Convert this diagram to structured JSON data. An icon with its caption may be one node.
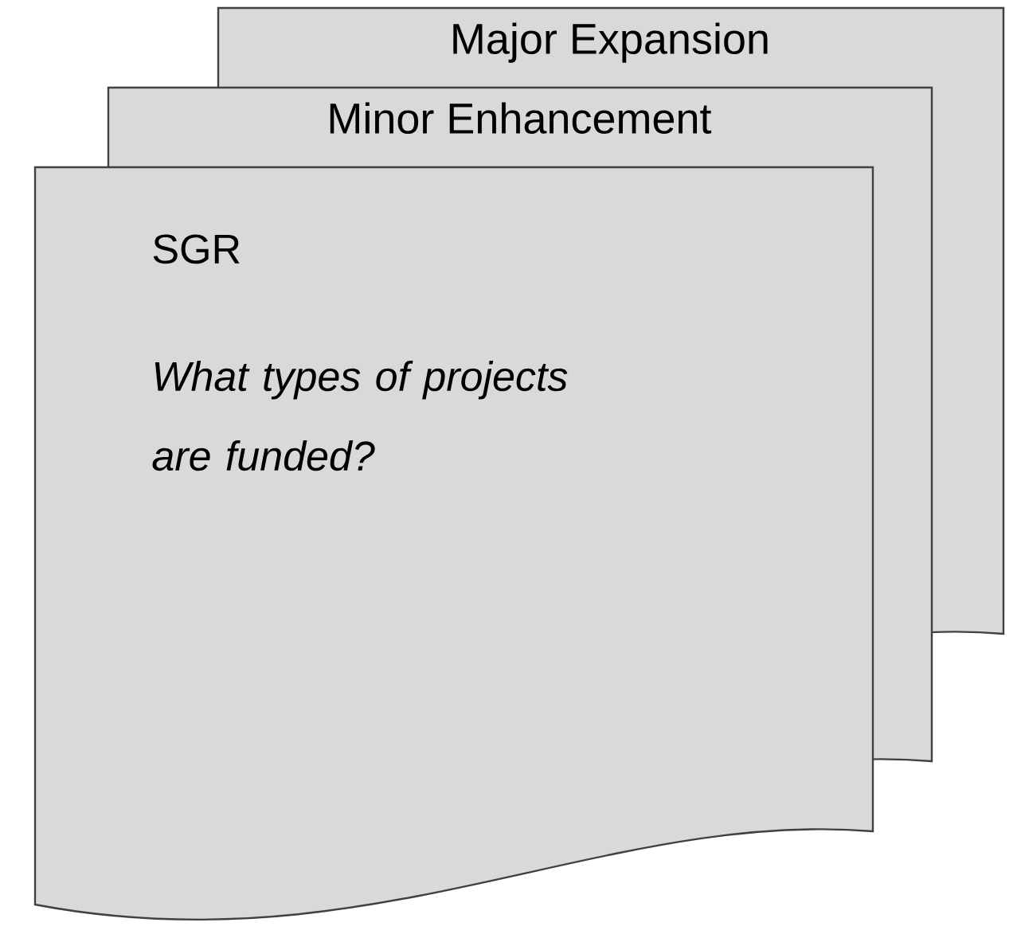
{
  "diagram": {
    "nodes": [
      {
        "text": [
          "Major Expansion"
        ]
      },
      {
        "text": [
          "Minor Enhancement"
        ]
      },
      {
        "text": [
          "SGR",
          "What types of projects are funded?"
        ]
      }
    ]
  }
}
